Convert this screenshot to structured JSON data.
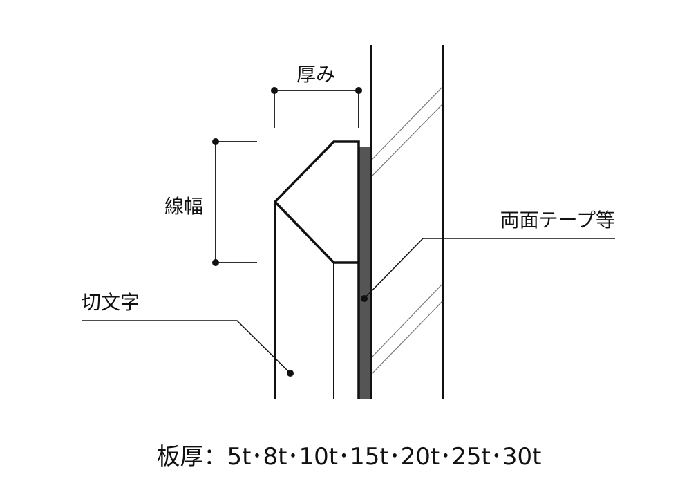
{
  "labels": {
    "thickness": "厚み",
    "line_width": "線幅",
    "channel_letter": "切文字",
    "double_sided_tape": "両面テープ等"
  },
  "caption": "板厚：5t･8t･10t･15t･20t･25t･30t",
  "colors": {
    "line": "#111111",
    "tape": "#555555",
    "hatch": "#777777",
    "background": "#ffffff"
  }
}
